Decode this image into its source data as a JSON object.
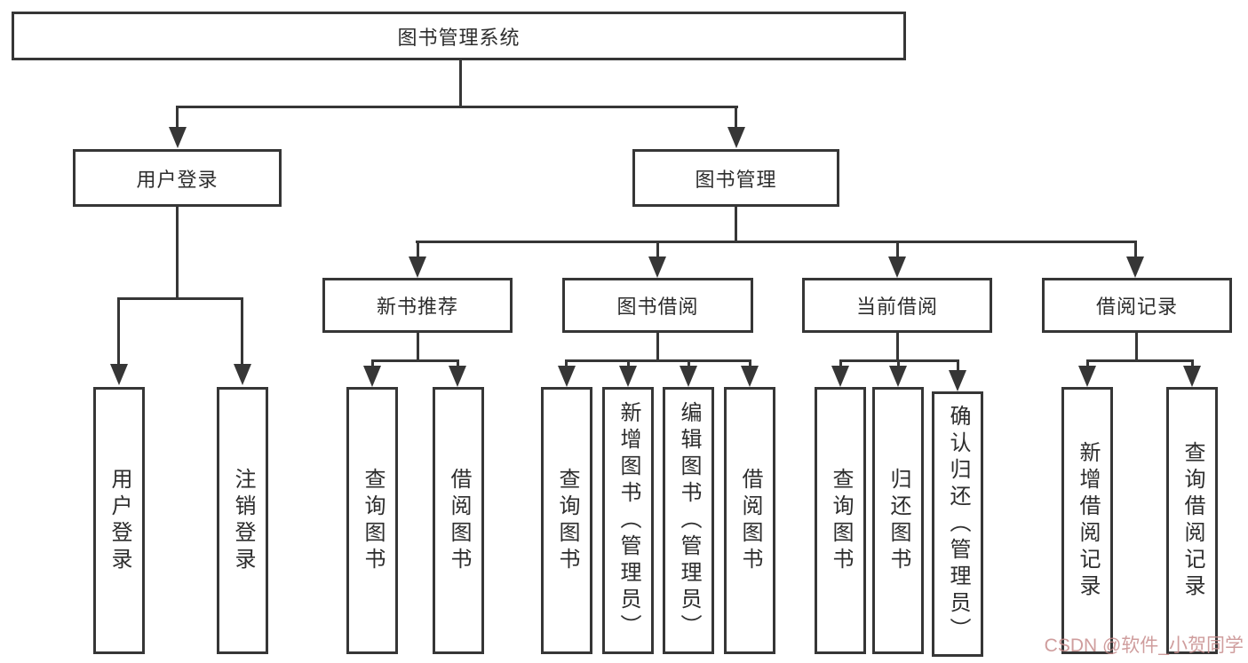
{
  "title": {
    "label": "图书管理系统"
  },
  "level2": {
    "user_login": "用户登录",
    "book_mgmt": "图书管理"
  },
  "level3": {
    "new_books": "新书推荐",
    "borrowing": "图书借阅",
    "current": "当前借阅",
    "records": "借阅记录"
  },
  "leaves": {
    "login": "用户登录",
    "logout": "注销登录",
    "nb_query": "查询图书",
    "nb_borrow": "借阅图书",
    "b_query": "查询图书",
    "b_add": "新增图书（管理员）",
    "b_edit": "编辑图书（管理员）",
    "b_borrow": "借阅图书",
    "c_query": "查询图书",
    "c_return": "归还图书",
    "c_confirm": "确认归还（管理员）",
    "r_add": "新增借阅记录",
    "r_query": "查询借阅记录"
  },
  "watermark": {
    "text": "CSDN @软件_小贺同学",
    "color": "#c78c8c"
  },
  "colors": {
    "line": "#363636",
    "text": "#2d2d2d",
    "background": "#ffffff"
  }
}
